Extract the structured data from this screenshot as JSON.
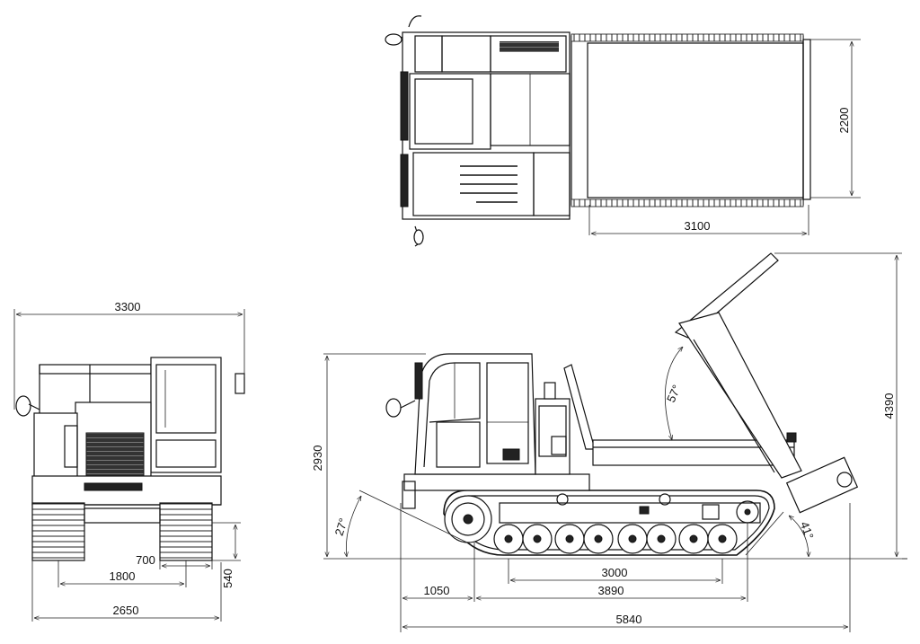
{
  "dimensions": {
    "top_width": "2200",
    "top_bed_length": "3100",
    "front_overall_width": "3300",
    "front_track_outer_width": "2650",
    "front_track_gauge": "1800",
    "front_track_shoe_width": "700",
    "front_ground_clearance": "540",
    "side_height": "2930",
    "side_dump_height": "4390",
    "side_front_overhang": "1050",
    "side_tumbler_distance": "3000",
    "side_track_length": "3890",
    "side_overall_length": "5840",
    "side_approach_angle": "27°",
    "side_departure_angle": "41°",
    "side_dump_angle": "57°"
  }
}
